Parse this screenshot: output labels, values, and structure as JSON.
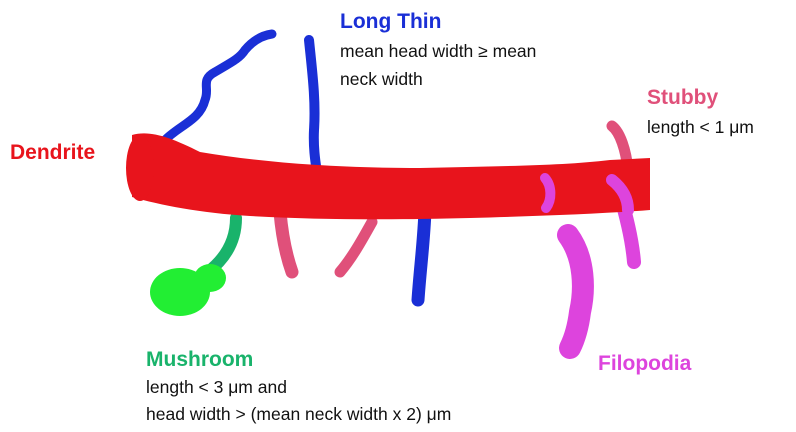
{
  "labels": {
    "dendrite": {
      "title": "Dendrite"
    },
    "long_thin": {
      "title": "Long Thin",
      "line1": "mean head width ≥ mean",
      "line2": "neck width"
    },
    "stubby": {
      "title": "Stubby",
      "line1": "length < 1 μm"
    },
    "mushroom": {
      "title": "Mushroom",
      "line1": "length < 3 μm and",
      "line2": "head width > (mean neck width x 2) μm"
    },
    "filopodia": {
      "title": "Filopodia"
    }
  },
  "colors": {
    "dendrite": "#e8141c",
    "long_thin": "#1a2fd6",
    "stubby": "#e0507a",
    "mushroom": "#19b36b",
    "mushroom_spine": "#22ee33",
    "filopodia": "#dd44dd"
  }
}
